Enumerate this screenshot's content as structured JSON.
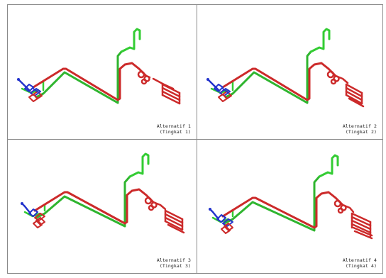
{
  "panels": [
    {
      "id": "1",
      "label": "Alternatif 1",
      "sub": "(Tingkat 1)"
    },
    {
      "id": "2",
      "label": "Alternatif 2",
      "sub": "(Tingkat 2)"
    },
    {
      "id": "3",
      "label": "Alternatif 3",
      "sub": "(Tingkat 3)"
    },
    {
      "id": "4",
      "label": "Alternatif 4",
      "sub": "(Tingkat 4)"
    }
  ],
  "colors": {
    "red_pipe": "#d42a2a",
    "green_pipe": "#33cc33",
    "blue_pipe": "#2233cc",
    "border": "#8a8a8a"
  }
}
